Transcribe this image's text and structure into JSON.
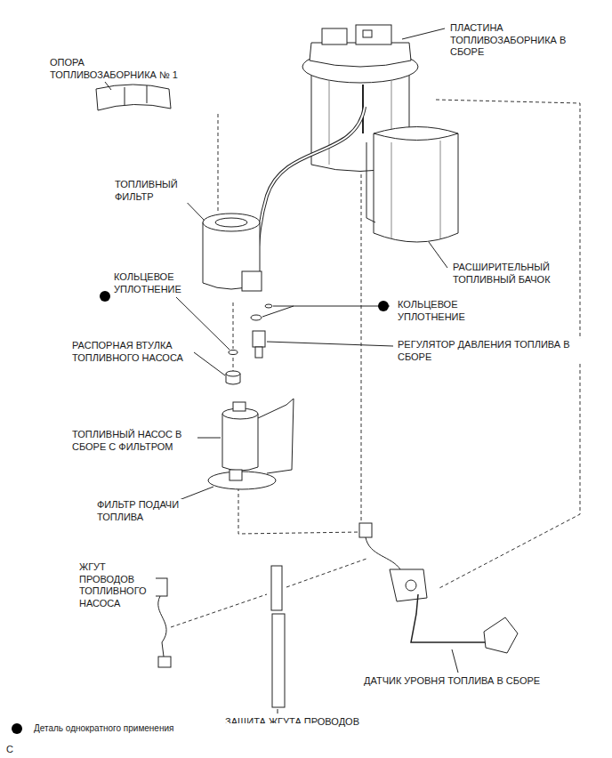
{
  "diagram": {
    "labels": [
      "ОПОРА ТОПЛИВОЗАБОРНИКА № 1",
      "ПЛАСТИНА ТОПЛИВОЗАБОРНИКА В СБОРЕ",
      "ТОПЛИВНЫЙ ФИЛЬТР",
      "КОЛЬЦЕВОЕ УПЛОТНЕНИЕ",
      "КОЛЬЦЕВОЕ УПЛОТНЕНИЕ",
      "РАСШИРИТЕЛЬНЫЙ ТОПЛИВНЫЙ БАЧОК",
      "РАСПОРНАЯ ВТУЛКА ТОПЛИВНОГО НАСОСА",
      "РЕГУЛЯТОР ДАВЛЕНИЯ ТОПЛИВА В СБОРЕ",
      "ТОПЛИВНЫЙ НАСОС В СБОРЕ С ФИЛЬТРОМ",
      "ФИЛЬТР ПОДАЧИ ТОПЛИВА",
      "ЖГУТ ПРОВОДОВ ТОПЛИВНОГО НАСОСА",
      "ДАТЧИК УРОВНЯ ТОПЛИВА В СБОРЕ",
      "ЗАЩИТА ЖГУТА ПРОВОДОВ",
      "C"
    ],
    "legend": [
      {
        "text": "Деталь однократного применения"
      }
    ]
  }
}
